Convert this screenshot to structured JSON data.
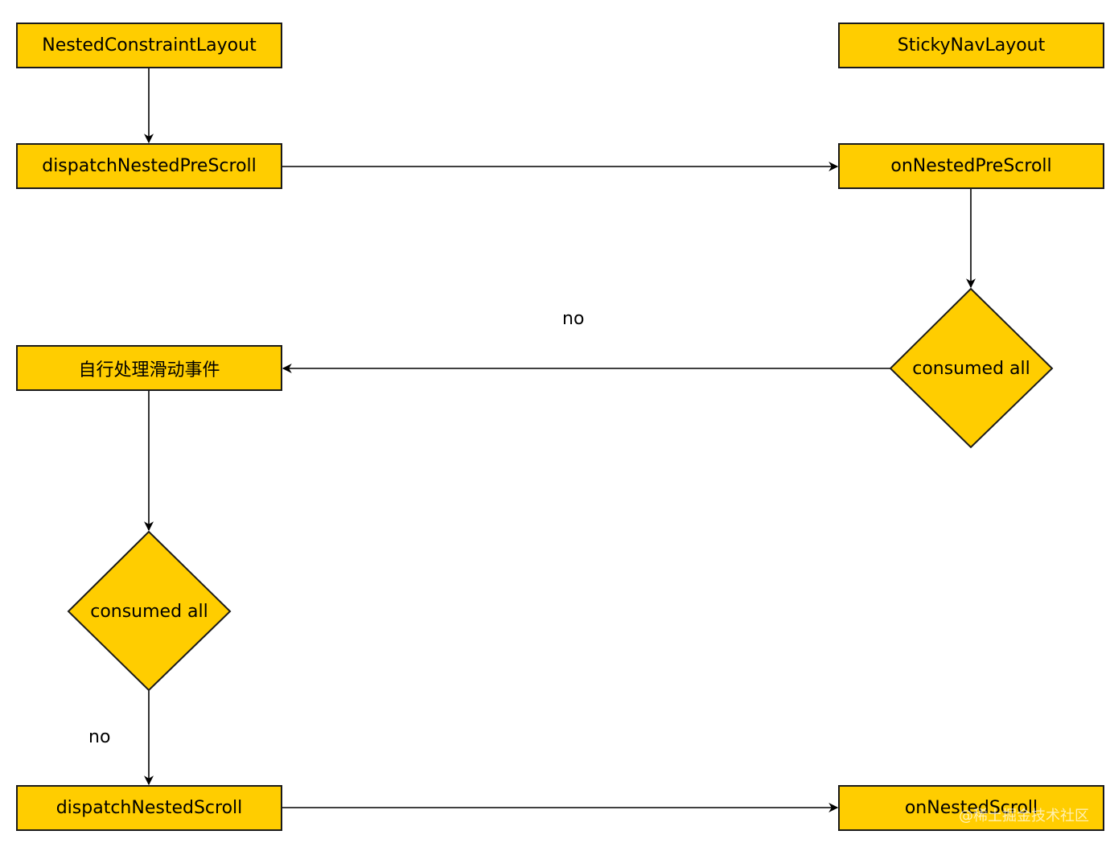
{
  "nodes": {
    "nested_constraint_layout": "NestedConstraintLayout",
    "sticky_nav_layout": "StickyNavLayout",
    "dispatch_nested_pre_scroll": "dispatchNestedPreScroll",
    "on_nested_pre_scroll": "onNestedPreScroll",
    "consumed_all_right": "consumed all",
    "handle_scroll_self": "自行处理滑动事件",
    "consumed_all_left": "consumed all",
    "dispatch_nested_scroll": "dispatchNestedScroll",
    "on_nested_scroll": "onNestedScroll"
  },
  "edges": {
    "no_top": "no",
    "no_bottom": "no"
  },
  "watermark": "@稀土掘金技术社区",
  "colors": {
    "node_fill": "#ffcd00",
    "stroke": "#1a1a1a",
    "background": "#ffffff"
  }
}
